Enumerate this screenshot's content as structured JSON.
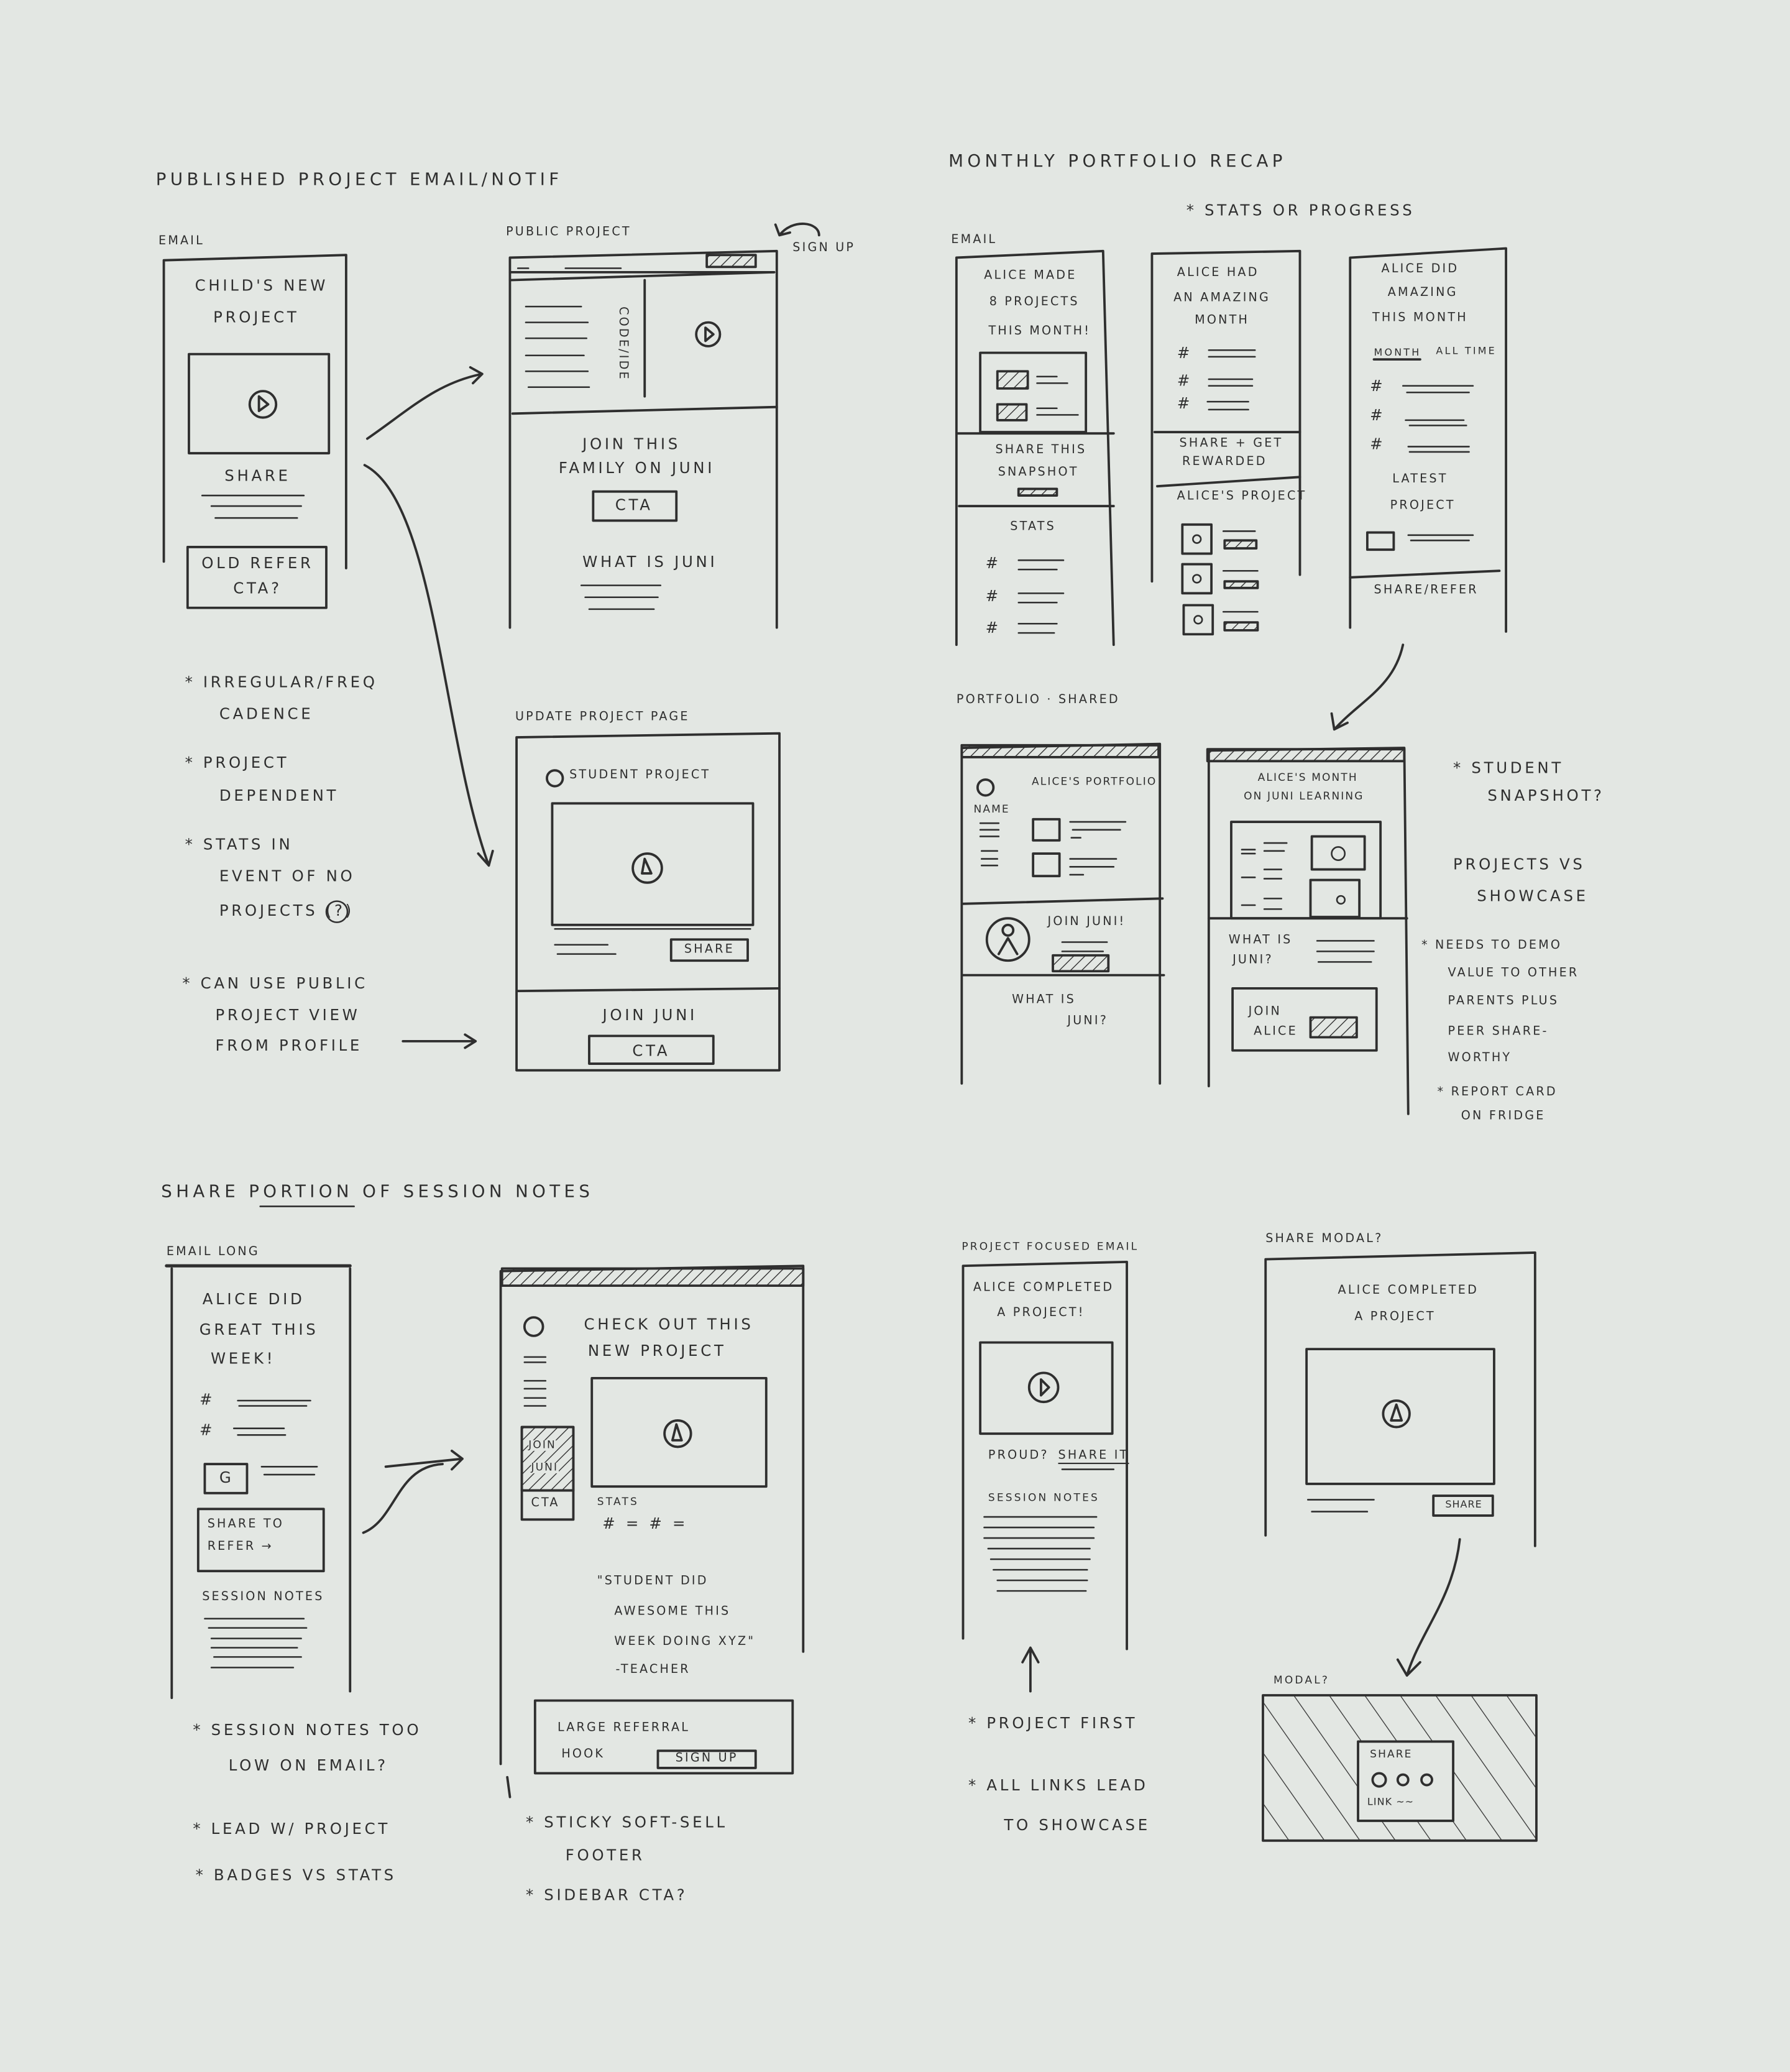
{
  "colors": {
    "background": "#e3e7e3",
    "ink": "#2f2f2f"
  },
  "s1": {
    "title": "Published project email/notif",
    "email": {
      "label": "Email",
      "heading": [
        "Child's new",
        "project"
      ],
      "share": "Share",
      "refer": [
        "Old refer",
        "CTA?"
      ]
    },
    "public": {
      "label": "Public project",
      "signup": "Sign up",
      "code": "Code/IDE",
      "join": [
        "Join this",
        "family on Juni"
      ],
      "cta": "CTA",
      "what": "What is Juni"
    },
    "update": {
      "label": "Update project page",
      "student": "Student project",
      "share": "Share",
      "join": "Join Juni",
      "cta": "CTA"
    },
    "notes": [
      [
        "* Irregular/freq",
        "cadence"
      ],
      [
        "* Project",
        "dependent"
      ],
      [
        "* Stats in",
        "event of no",
        "projects (?)"
      ],
      [
        "* Can use public",
        "project view",
        "from profile"
      ]
    ]
  },
  "s2": {
    "title": "Monthly portfolio recap",
    "subtitle": "* Stats or progress",
    "email_label": "Email",
    "card1": {
      "heading": [
        "Alice made",
        "8 projects",
        "this month!"
      ],
      "share": [
        "Share this",
        "snapshot"
      ],
      "stats": "Stats",
      "hash": "#"
    },
    "card2": {
      "heading": [
        "Alice had",
        "an amazing",
        "month"
      ],
      "share": [
        "Share + get",
        "rewarded"
      ],
      "projects": "Alice's project"
    },
    "card3": {
      "heading": [
        "Alice did",
        "amazing",
        "this month"
      ],
      "tab_month": "Month",
      "tab_all": "All time",
      "latest": [
        "Latest",
        "project"
      ],
      "share": "Share/refer"
    },
    "shared_label": "Portfolio · shared",
    "portfolio": {
      "title": "Alice's portfolio",
      "name": "Name",
      "join": "Join Juni!",
      "what": [
        "What is",
        "Juni?"
      ]
    },
    "month": {
      "title": [
        "Alice's month",
        "on Juni learning"
      ],
      "what": [
        "What is",
        "Juni?"
      ],
      "join": [
        "Join",
        "Alice"
      ]
    },
    "notes": [
      [
        "* Student",
        "snapshot?"
      ],
      [
        "Projects vs",
        "showcase"
      ],
      [
        "* Needs to demo",
        "value to other",
        "parents plus",
        "peer share-",
        "worthy"
      ],
      [
        "* Report card",
        "on fridge"
      ]
    ]
  },
  "s3": {
    "title": "Share portion of session notes",
    "email": {
      "label": "Email long",
      "heading": [
        "Alice did",
        "great this",
        "week!"
      ],
      "badge": "G",
      "refer": [
        "Share to",
        "refer →"
      ],
      "notes": "Session notes"
    },
    "web": {
      "heading": [
        "Check out this",
        "new project"
      ],
      "sidebar": [
        "Join",
        "Juni"
      ],
      "cta": "CTA",
      "stats": "Stats",
      "stats_row": "# =  # =",
      "quote": [
        "\"Student did",
        "awesome this",
        "week doing xyz\"",
        "-Teacher"
      ],
      "footer": [
        "Large referral",
        "hook"
      ],
      "signup": "Sign up"
    },
    "notes": [
      [
        "* Session notes too",
        "low on email?"
      ],
      [
        "* Lead w/ project"
      ],
      [
        "* Badges vs stats"
      ],
      [
        "* Sticky soft-sell",
        "footer"
      ],
      [
        "* Sidebar CTA?"
      ]
    ]
  },
  "s4": {
    "email": {
      "label": "Project focused email",
      "heading": [
        "Alice completed",
        "a project!"
      ],
      "proud": "Proud?",
      "share": "Share it",
      "notes": "Session notes"
    },
    "modal": {
      "label": "Share modal?",
      "heading": [
        "Alice completed",
        "a project"
      ],
      "share": "Share",
      "modal_label": "Modal?",
      "dialog_title": "Share",
      "link": "Link ~~"
    },
    "notes": [
      [
        "* Project first"
      ],
      [
        "* All links lead",
        "to showcase"
      ]
    ]
  }
}
